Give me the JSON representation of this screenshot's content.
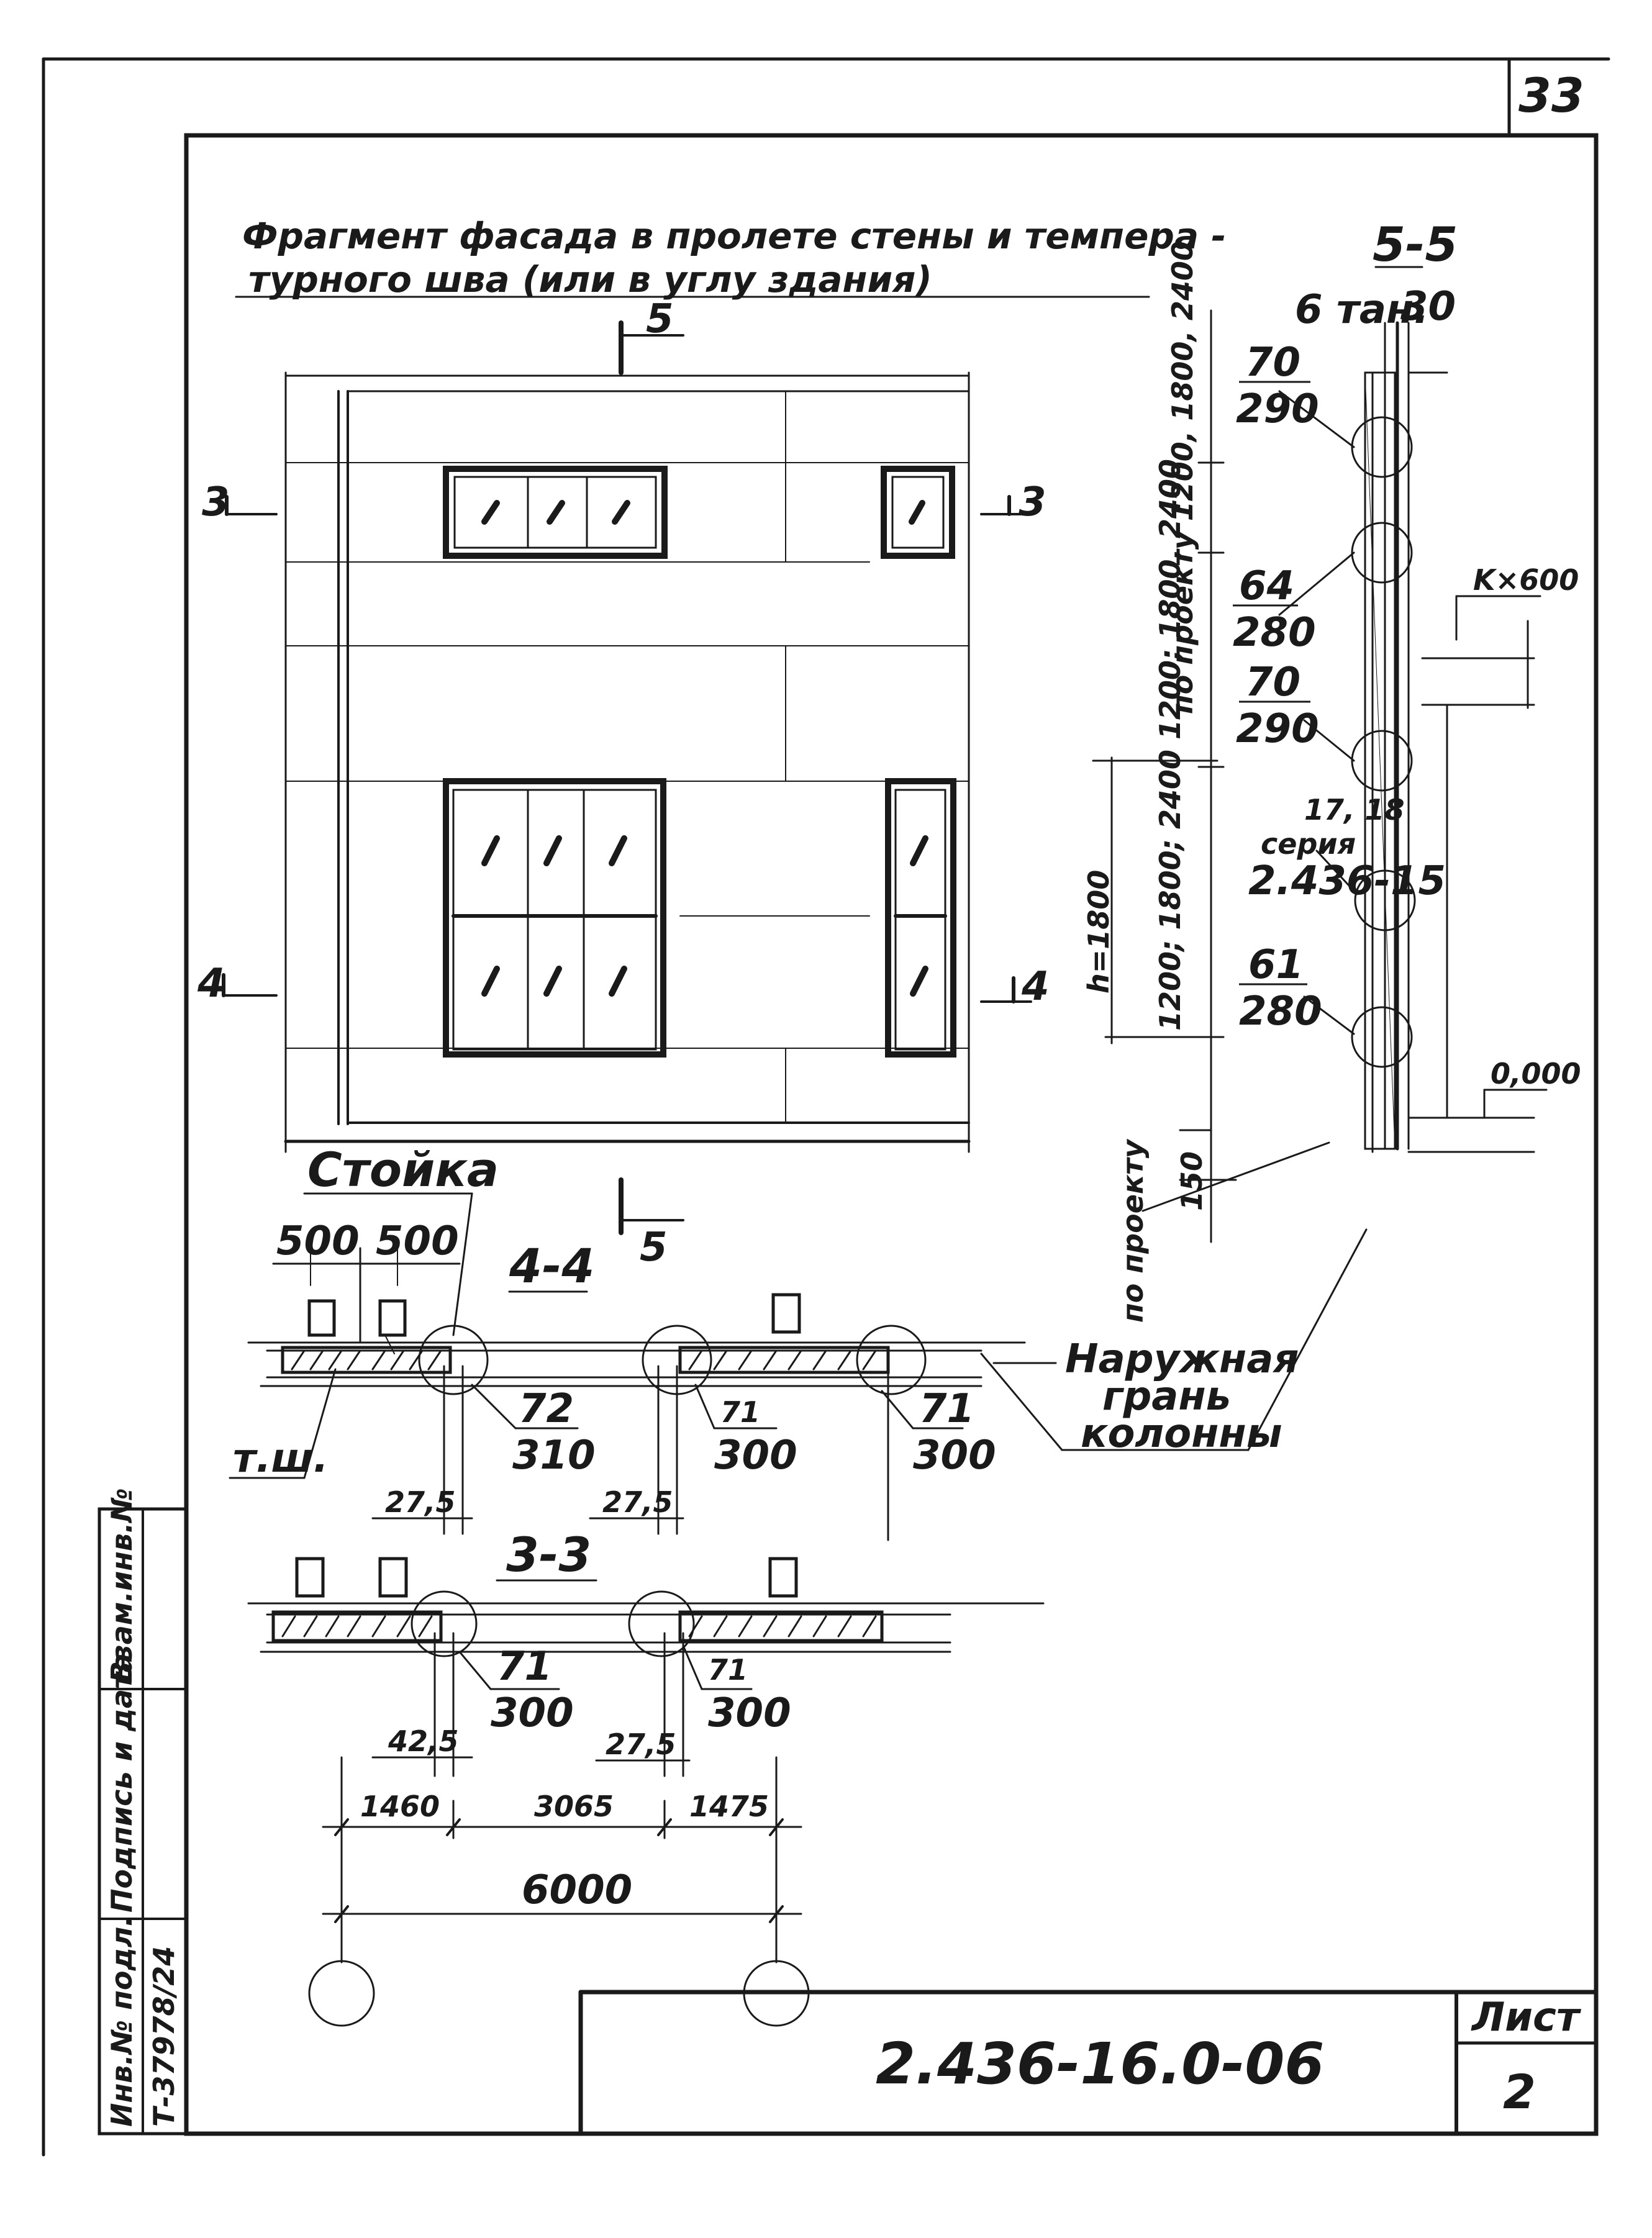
{
  "sheet": {
    "page_number": "33",
    "document_code": "2.436-16.0-06",
    "sheet_label": "Лист",
    "sheet_number": "2"
  },
  "title": {
    "line1": "Фрагмент фасада в пролете стены и темпера -",
    "line2": "турного шва (или в углу здания)"
  },
  "section_marks": {
    "top": "5",
    "bottom": "5",
    "left_3": "3",
    "right_3": "3",
    "left_4": "4",
    "right_4": "4"
  },
  "section_5_5": {
    "title": "5-5",
    "label_top": "6 тан.",
    "dim_30": "30",
    "callouts": [
      {
        "num": "70",
        "den": "290"
      },
      {
        "num": "64",
        "den": "280"
      },
      {
        "num": "70",
        "den": "290"
      },
      {
        "num": "61",
        "den": "280"
      }
    ],
    "series_label": {
      "num": "17, 18",
      "line2": "серия",
      "line3": "2.436-15"
    },
    "vertical_text_1": "по проекту 1200, 1800, 2400",
    "vertical_text_2": "1200; 1800; 2400 1200; 1800, 2400",
    "vertical_text_3": "h=1800",
    "vertical_text_4": "по проекту",
    "dim_150": "150",
    "elev_k600": "K×600",
    "elev_0000": "0,000"
  },
  "stoika": {
    "label": "Стойка",
    "dim_left": "500",
    "dim_right": "500"
  },
  "section_4_4": {
    "title": "4-4",
    "callouts": [
      {
        "num": "72",
        "den": "310"
      },
      {
        "num": "71",
        "den": "300"
      },
      {
        "num": "71",
        "den": "300"
      }
    ],
    "label_tsh": "т.ш.",
    "dim_a": "27,5",
    "dim_b": "27,5",
    "note_line1": "Наружная",
    "note_line2": "грань",
    "note_line3": "колонны"
  },
  "section_3_3": {
    "title": "3-3",
    "callouts": [
      {
        "num": "71",
        "den": "300"
      },
      {
        "num": "71",
        "den": "300"
      }
    ],
    "dim_a": "42,5",
    "dim_b": "27,5",
    "dims_bottom": [
      "1460",
      "3065",
      "1475"
    ],
    "dim_total": "6000"
  },
  "stamp_column": {
    "col1": "Инв.№ подл.",
    "col1_value": "Т-37978/24",
    "col2": "Подпись и дата",
    "col3": "Взам.инв.№"
  }
}
